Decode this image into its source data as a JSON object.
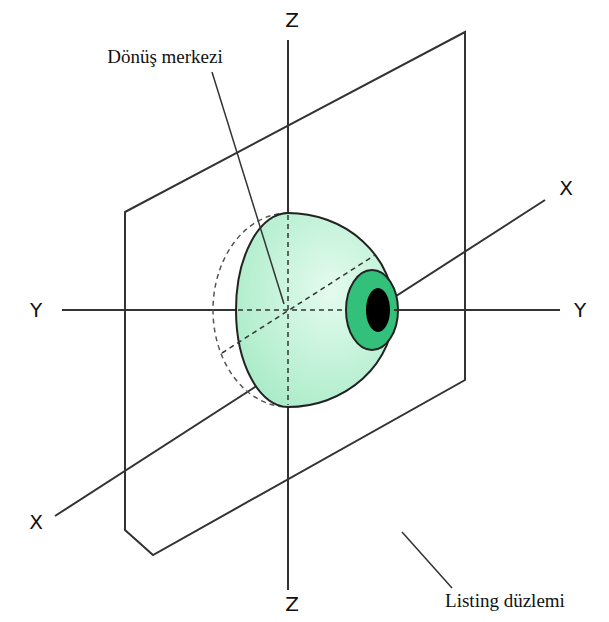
{
  "diagram": {
    "labels": [
      "Z",
      "Dönüş merkezi",
      "X",
      "Y",
      "Y",
      "X",
      "Listing düzlemi",
      "Z"
    ]
  }
}
